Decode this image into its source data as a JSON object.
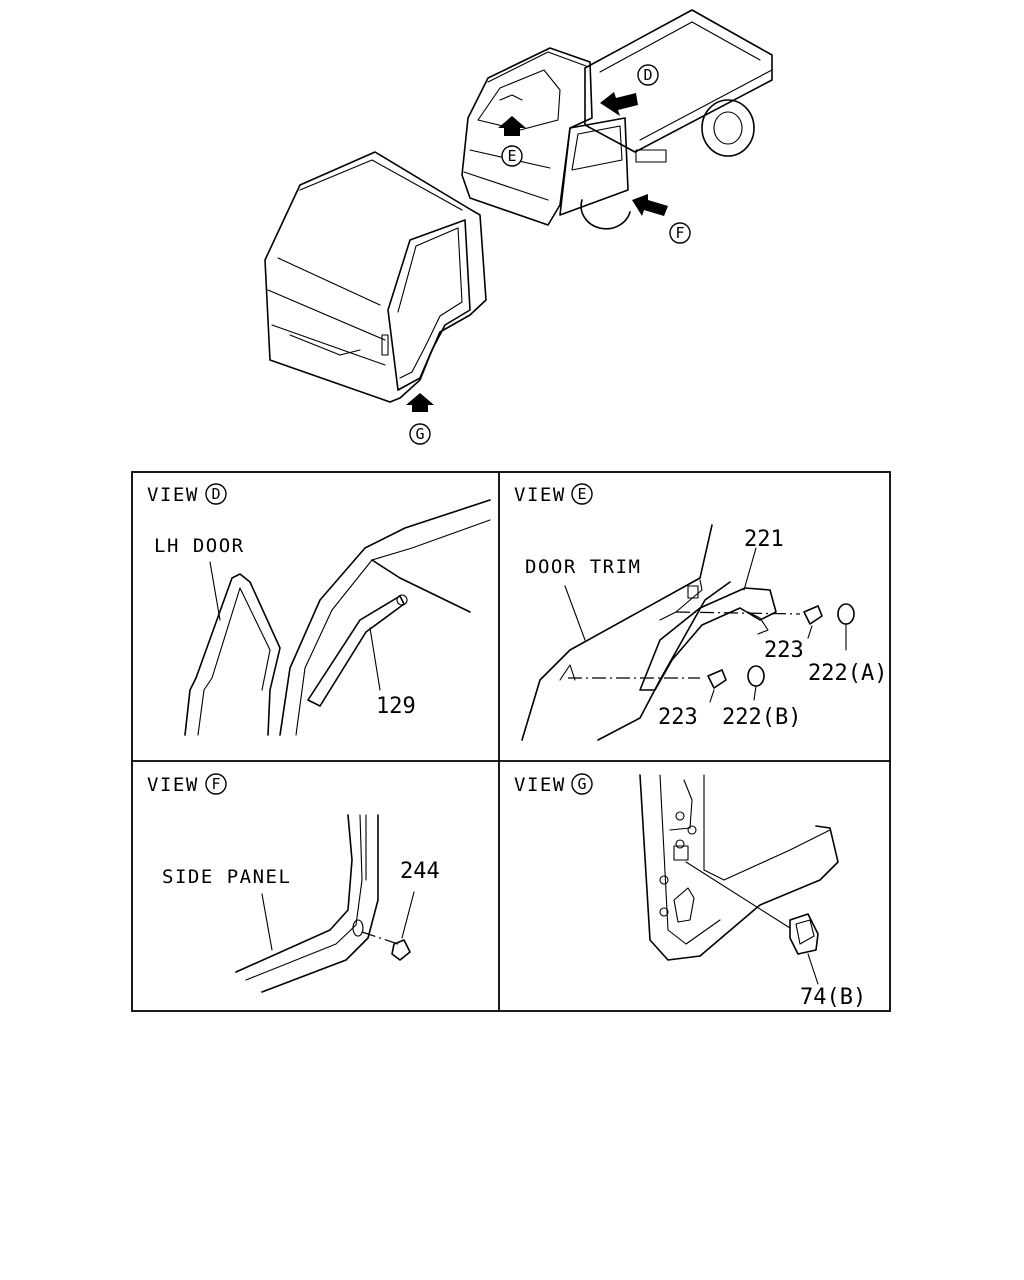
{
  "overview": {
    "callouts": [
      "D",
      "E",
      "F",
      "G"
    ]
  },
  "views": {
    "d": {
      "title": "VIEW",
      "letter": "D",
      "labels": {
        "lh_door": "LH DOOR"
      },
      "part_numbers": [
        "129"
      ]
    },
    "e": {
      "title": "VIEW",
      "letter": "E",
      "labels": {
        "door_trim": "DOOR TRIM"
      },
      "part_numbers": [
        "221",
        "223",
        "222(A)",
        "223",
        "222(B)"
      ]
    },
    "f": {
      "title": "VIEW",
      "letter": "F",
      "labels": {
        "side_panel": "SIDE PANEL"
      },
      "part_numbers": [
        "244"
      ]
    },
    "g": {
      "title": "VIEW",
      "letter": "G",
      "part_numbers": [
        "74(B)"
      ]
    }
  }
}
